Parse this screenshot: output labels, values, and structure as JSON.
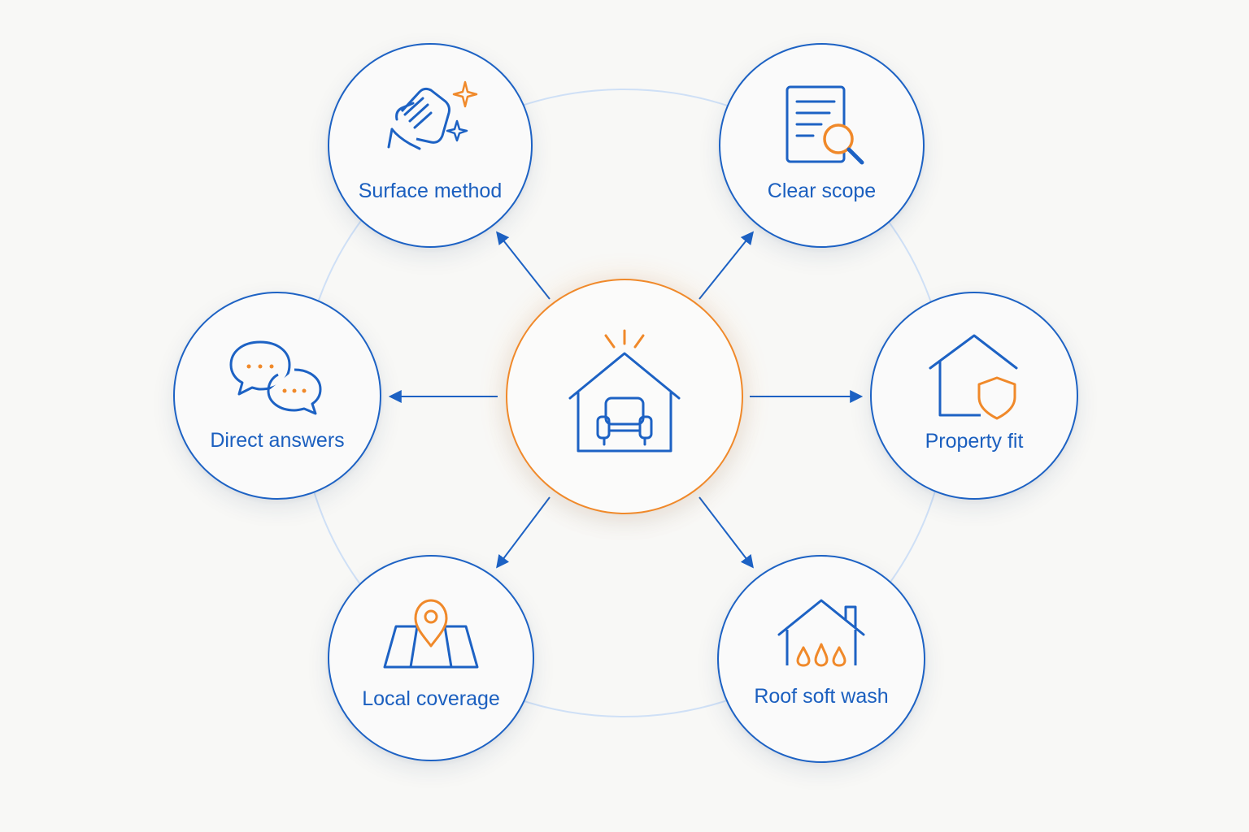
{
  "diagram": {
    "center": {
      "icon": "house-armchair-icon",
      "accent": "#f0892a"
    },
    "nodes": [
      {
        "id": "surface-method",
        "label": "Surface method",
        "icon": "hand-cloth-sparkle-icon"
      },
      {
        "id": "clear-scope",
        "label": "Clear scope",
        "icon": "document-magnifier-icon"
      },
      {
        "id": "direct-answers",
        "label": "Direct answers",
        "icon": "chat-bubbles-icon"
      },
      {
        "id": "property-fit",
        "label": "Property fit",
        "icon": "house-shield-icon"
      },
      {
        "id": "local-coverage",
        "label": "Local coverage",
        "icon": "map-pin-icon"
      },
      {
        "id": "roof-soft-wash",
        "label": "Roof soft wash",
        "icon": "house-water-drops-icon"
      }
    ],
    "colors": {
      "primary": "#1d62c4",
      "accent": "#f0892a",
      "ring": "#cfe0f6",
      "background": "#f8f8f6"
    }
  }
}
